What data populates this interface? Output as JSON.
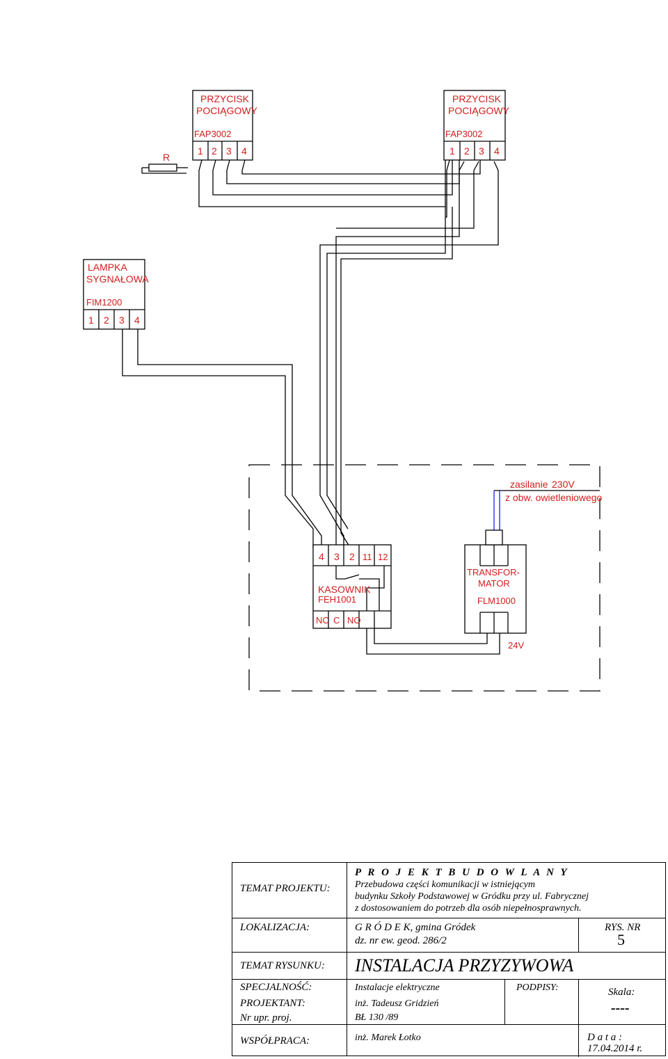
{
  "diagram": {
    "button1": {
      "title1": "PRZYCISK",
      "title2": "POCIĄGOWY",
      "model": "FAP3002",
      "terminals": [
        "1",
        "2",
        "3",
        "4"
      ]
    },
    "button2": {
      "title1": "PRZYCISK",
      "title2": "POCIĄGOWY",
      "model": "FAP3002",
      "terminals": [
        "1",
        "2",
        "3",
        "4"
      ]
    },
    "resistor_label": "R",
    "lamp": {
      "title1": "LAMPKA",
      "title2": "SYGNAŁOWA",
      "model": "FIM1200",
      "terminals": [
        "1",
        "2",
        "3",
        "4"
      ]
    },
    "supply": {
      "line1a": "zasilanie",
      "line1b": "230V",
      "line2": "z obw.  owietleniowego"
    },
    "reset": {
      "top_terminals": [
        "4",
        "3",
        "2",
        "11",
        "12"
      ],
      "title": "KASOWNIK",
      "model": "FEH1001",
      "bottom_terminals": [
        "NC",
        "C",
        "NO"
      ]
    },
    "transformer": {
      "title1": "TRANSFOR-",
      "title2": "MATOR",
      "model": "FLM1000",
      "output": "24V"
    }
  },
  "title_block": {
    "temat_projektu_label": "TEMAT PROJEKTU:",
    "project_header": "P R O J E K T    B U D O W L A N Y",
    "project_desc1": "Przebudowa części komunikacji w istniejącym",
    "project_desc2": "budynku Szkoły Podstawowej w Gródku przy ul. Fabrycznej",
    "project_desc3": "z dostosowaniem do potrzeb dla osób niepełnosprawnych.",
    "lokalizacja_label": "LOKALIZACJA:",
    "lokalizacja_value1": "G R Ó D E K, gmina Gródek",
    "lokalizacja_value2": "dz. nr ew. geod. 286/2",
    "rys_label": "RYS. NR",
    "rys_value": "5",
    "temat_rysunku_label": "TEMAT RYSUNKU:",
    "temat_rysunku_value": "INSTALACJA PRZYZYWOWA",
    "specjalnosc_label": "SPECJALNOŚĆ:",
    "specjalnosc_value": "Instalacje elektryczne",
    "podpisy_label": "PODPISY:",
    "skala_label": "Skala:",
    "skala_value": "----",
    "projektant_label": "PROJEKTANT:",
    "projektant_value": "inż. Tadeusz Gridzień",
    "nr_upr_label": "Nr upr. proj.",
    "nr_upr_value": "BŁ 130 /89",
    "wspolpraca_label": "WSPÓŁPRACA:",
    "wspolpraca_value": "inż. Marek Łotko",
    "data_label": "D a t a :",
    "data_value": "17.04.2014 r."
  }
}
